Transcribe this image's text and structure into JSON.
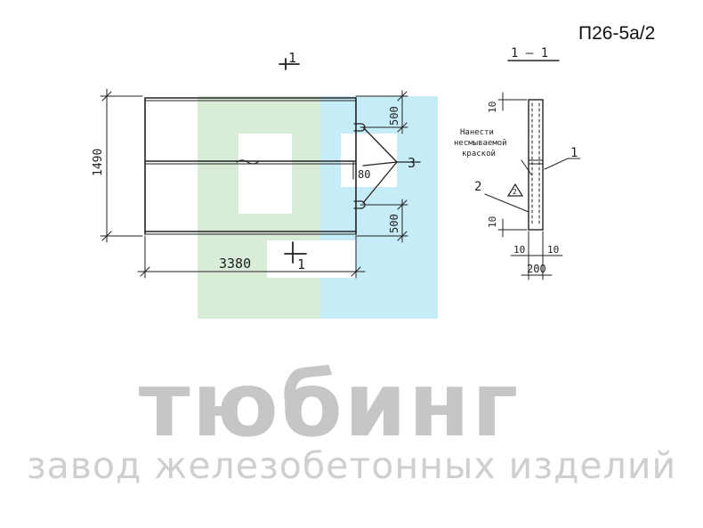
{
  "drawing_code": "П26-5а/2",
  "section_mark": "1",
  "section_title": "1 – 1",
  "dimensions": {
    "length": "3380",
    "height": "1490",
    "top_offset": "500",
    "bottom_offset": "500",
    "gap": "80",
    "cover_top": "10",
    "cover_bottom": "10",
    "side_left": "10",
    "side_right": "10",
    "thickness": "200"
  },
  "callouts": {
    "loop": "3",
    "rebar": "1",
    "mark": "2"
  },
  "note_lines": [
    "Нанести",
    "несмываемой",
    "краской"
  ],
  "watermark": {
    "brand": "тюбинг",
    "subtitle": "завод железобетонных изделий",
    "green": "#d8ecd8",
    "blue": "#c6ecf8"
  }
}
